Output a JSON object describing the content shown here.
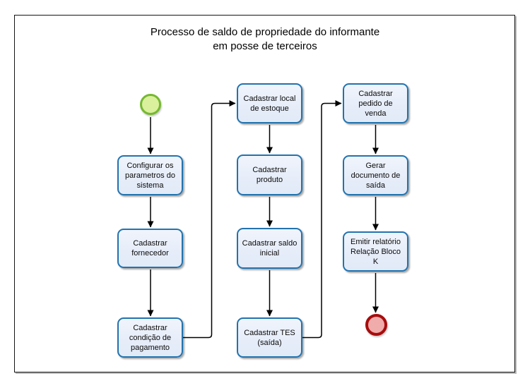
{
  "diagram": {
    "title_line1": "Processo de saldo de propriedade do informante",
    "title_line2": "em posse de terceiros",
    "nodes": [
      {
        "label": "Configurar os\nparametros do\nsistema"
      },
      {
        "label": "Cadastrar\nfornecedor"
      },
      {
        "label": "Cadastrar\ncondição de\npagamento"
      },
      {
        "label": "Cadastrar local\nde estoque"
      },
      {
        "label": "Cadastrar\nproduto"
      },
      {
        "label": "Cadastrar saldo\ninicial"
      },
      {
        "label": "Cadastrar TES\n(saída)"
      },
      {
        "label": "Cadastrar\npedido de\nvenda"
      },
      {
        "label": "Gerar\ndocumento de\nsaída"
      },
      {
        "label": "Emitir relatório\nRelação Bloco\nK"
      }
    ],
    "events": {
      "start": {
        "name": "start-event",
        "fill": "#daf09c",
        "stroke": "#76b832"
      },
      "end": {
        "name": "end-event",
        "fill": "#f0abab",
        "stroke": "#a60d0d"
      }
    },
    "colors": {
      "task_border": "#2273ae",
      "task_fill": "#e9effa",
      "connector": "#000000",
      "frame_border": "#141414"
    }
  }
}
